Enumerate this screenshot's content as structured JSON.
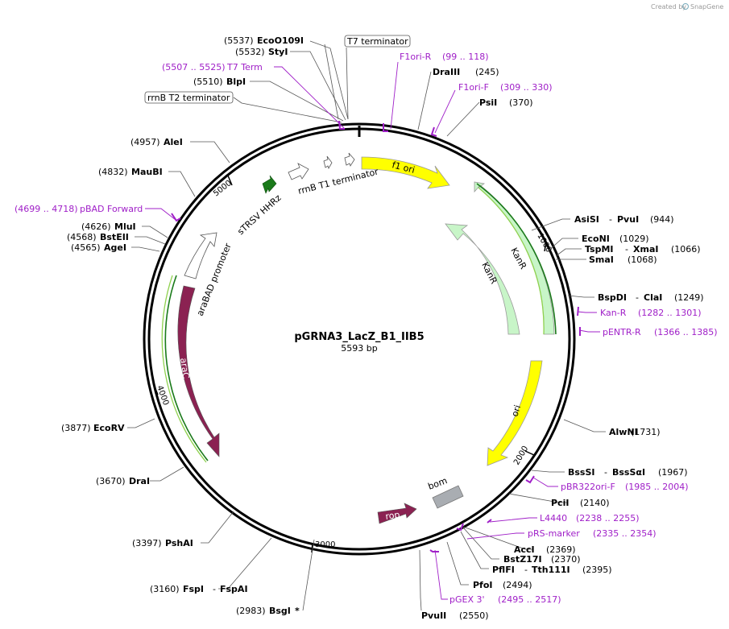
{
  "credit": {
    "text": "Created by",
    "brand": "SnapGene"
  },
  "plasmid": {
    "name": "pGRNA3_LacZ_B1_IIB5",
    "size": "5593 bp"
  },
  "colors": {
    "ring": "#000000",
    "primer": "#a020c8",
    "yellow": "#ffff00",
    "kanr": "#c8f5c8",
    "arac": "#8b2252",
    "rop": "#8b2252",
    "bom": "#a9adb2",
    "green": "#1a7a1a"
  },
  "ticks": [
    "1000",
    "2000",
    "3000",
    "4000",
    "5000"
  ],
  "enzymes": {
    "ecoo109i": {
      "pos": "(5537)",
      "name": "EcoO109I"
    },
    "styi": {
      "pos": "(5532)",
      "name": "StyI"
    },
    "blpi": {
      "pos": "(5510)",
      "name": "BlpI"
    },
    "drai_top": {
      "name": "DraIII",
      "pos": "(245)"
    },
    "psii": {
      "name": "PsiI",
      "pos": "(370)"
    },
    "alei": {
      "pos": "(4957)",
      "name": "AleI"
    },
    "maubi": {
      "pos": "(4832)",
      "name": "MauBI"
    },
    "mlui": {
      "pos": "(4626)",
      "name": "MluI"
    },
    "bsteii": {
      "pos": "(4568)",
      "name": "BstEII"
    },
    "agei": {
      "pos": "(4565)",
      "name": "AgeI"
    },
    "asisi": {
      "name": "AsiSI",
      "sep": "-",
      "name2": "PvuI",
      "pos": "(944)"
    },
    "econi": {
      "name": "EcoNI",
      "pos": "(1029)"
    },
    "tspmi": {
      "name": "TspMI",
      "sep": "-",
      "name2": "XmaI",
      "pos": "(1066)"
    },
    "smai": {
      "name": "SmaI",
      "pos": "(1068)"
    },
    "bspdi": {
      "name": "BspDI",
      "sep": "-",
      "name2": "ClaI",
      "pos": "(1249)"
    },
    "alwni": {
      "name": "AlwNI",
      "pos": "(1731)"
    },
    "bsssi": {
      "name": "BssSI",
      "sep": "-",
      "name2": "BssSαI",
      "pos": "(1967)"
    },
    "pcii": {
      "name": "PciI",
      "pos": "(2140)"
    },
    "acci": {
      "name": "AccI",
      "pos": "(2369)"
    },
    "bstz17i": {
      "name": "BstZ17I",
      "pos": "(2370)"
    },
    "pflfi": {
      "name": "PflFI",
      "sep": "-",
      "name2": "Tth111I",
      "pos": "(2395)"
    },
    "pfoi": {
      "name": "PfoI",
      "pos": "(2494)"
    },
    "pvuii": {
      "name": "PvuII",
      "pos": "(2550)"
    },
    "bsgi": {
      "pos": "(2983)",
      "name": "BsgI",
      "suffix": "*"
    },
    "fspi": {
      "pos": "(3160)",
      "name": "FspI",
      "sep": "-",
      "name2": "FspAI"
    },
    "pshai": {
      "pos": "(3397)",
      "name": "PshAI"
    },
    "drai": {
      "pos": "(3670)",
      "name": "DraI"
    },
    "ecorv": {
      "pos": "(3877)",
      "name": "EcoRV"
    }
  },
  "primers": {
    "t7term": {
      "range": "(5507 .. 5525)",
      "name": "T7 Term"
    },
    "f1ori_r": {
      "name": "F1ori-R",
      "range": "(99 .. 118)"
    },
    "f1ori_f": {
      "name": "F1ori-F",
      "range": "(309 .. 330)"
    },
    "pbad": {
      "range": "(4699 .. 4718)",
      "name": "pBAD Forward"
    },
    "kan_r": {
      "name": "Kan-R",
      "range": "(1282 .. 1301)"
    },
    "pentr_r": {
      "name": "pENTR-R",
      "range": "(1366 .. 1385)"
    },
    "pbr322": {
      "name": "pBR322ori-F",
      "range": "(1985 .. 2004)"
    },
    "l4440": {
      "name": "L4440",
      "range": "(2238 .. 2255)"
    },
    "prs": {
      "name": "pRS-marker",
      "range": "(2335 .. 2354)"
    },
    "pgex3": {
      "name": "pGEX 3'",
      "range": "(2495 .. 2517)"
    }
  },
  "boxes": {
    "t7terminator": "T7 terminator",
    "rrnbt2": "rrnB T2 terminator"
  },
  "features": {
    "f1ori": "f1 ori",
    "kanr1": "KanR",
    "kanr2": "KanR",
    "ori": "ori",
    "bom": "bom",
    "rop": "rop",
    "arac": "araC",
    "arabad": "araBAD promoter",
    "strsv": "sTRSV HHRz",
    "rrnbt1": "rrnB T1 terminator"
  }
}
